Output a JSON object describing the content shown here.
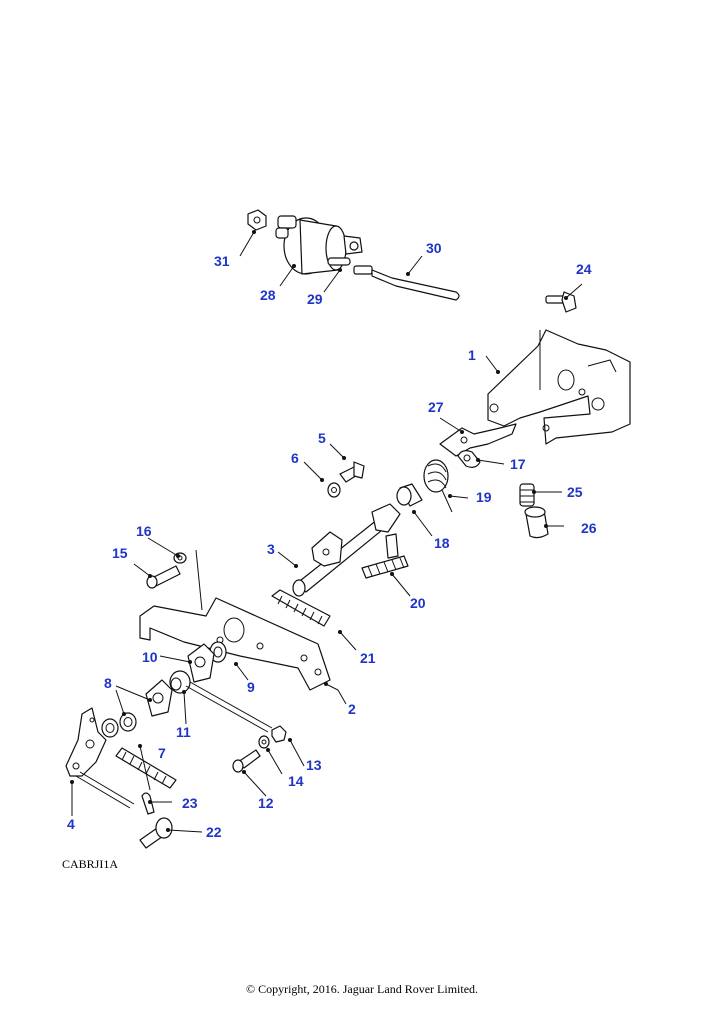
{
  "figure_code": "CABRJI1A",
  "copyright": "© Copyright, 2016. Jaguar Land Rover Limited.",
  "callouts": [
    "1",
    "2",
    "3",
    "4",
    "5",
    "6",
    "7",
    "8",
    "9",
    "10",
    "11",
    "12",
    "13",
    "14",
    "15",
    "16",
    "17",
    "18",
    "19",
    "20",
    "21",
    "22",
    "23",
    "24",
    "25",
    "26",
    "27",
    "28",
    "29",
    "30",
    "31"
  ],
  "colors": {
    "callout": "#1f35c8",
    "line": "#111111",
    "background": "#ffffff"
  }
}
